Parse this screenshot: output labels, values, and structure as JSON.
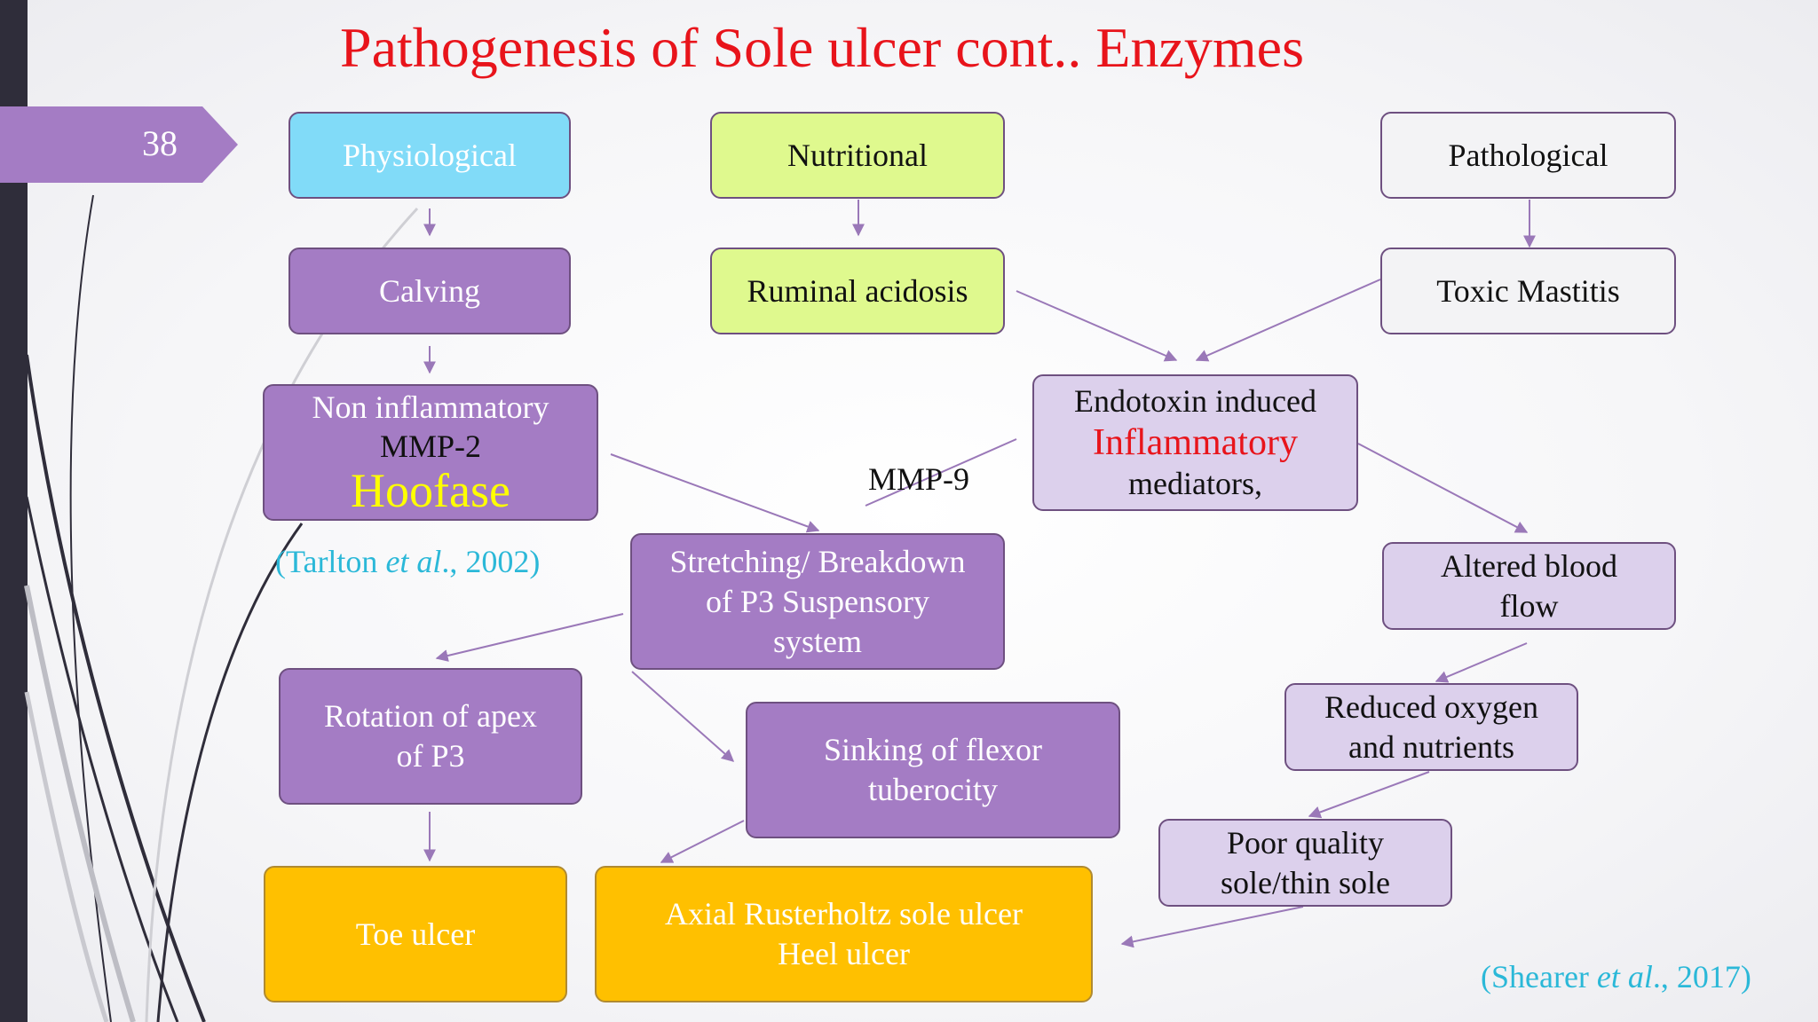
{
  "slide": {
    "number": "38",
    "title": "Pathogenesis of Sole ulcer cont.. Enzymes"
  },
  "colors": {
    "title": "#e8141b",
    "purple": "#a47cc4",
    "lilac": "#dcd0ec",
    "cyan": "#81dbf8",
    "lime": "#dff98e",
    "orange": "#ffc000",
    "hoofase": "#ffff00",
    "citation": "#2bb8d8",
    "arrow": "#9a78b8"
  },
  "boxes": {
    "physiological": "Physiological",
    "nutritional": "Nutritional",
    "pathological": "Pathological",
    "calving": "Calving",
    "ruminal_acidosis": "Ruminal acidosis",
    "toxic_mastitis": "Toxic Mastitis",
    "non_inflammatory": {
      "line1": "Non inflammatory",
      "line2": "MMP-2",
      "line3": "Hoofase"
    },
    "endotoxin": {
      "line1": "Endotoxin induced",
      "line2": "Inflammatory",
      "line3": "mediators,"
    },
    "stretching": {
      "line1": "Stretching/ Breakdown",
      "line2": "of P3 Suspensory",
      "line3": "system"
    },
    "altered_blood": {
      "line1": "Altered blood",
      "line2": "flow"
    },
    "reduced_oxygen": {
      "line1": "Reduced oxygen",
      "line2": "and nutrients"
    },
    "rotation": {
      "line1": "Rotation of apex",
      "line2": "of P3"
    },
    "sinking": {
      "line1": "Sinking of flexor",
      "line2": "tuberocity"
    },
    "poor_quality": {
      "line1": "Poor quality",
      "line2": "sole/thin sole"
    },
    "toe_ulcer": "Toe ulcer",
    "axial": {
      "line1": "Axial Rusterholtz sole ulcer",
      "line2": "Heel ulcer"
    }
  },
  "labels": {
    "mmp9": "MMP-9"
  },
  "citations": {
    "tarlton": {
      "open": "(Tarlton ",
      "etal": "et al",
      "rest": "., 2002)"
    },
    "shearer": {
      "open": "(Shearer ",
      "etal": "et al",
      "rest": "., 2017)"
    }
  }
}
